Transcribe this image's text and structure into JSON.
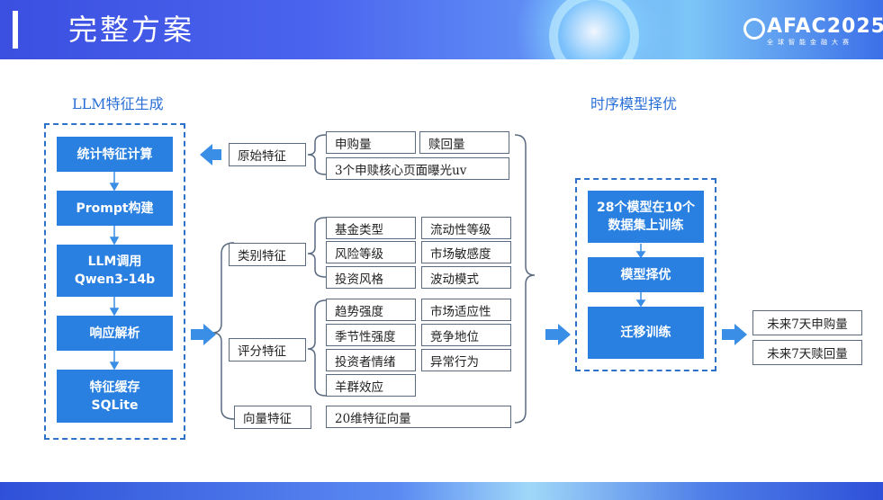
{
  "header": {
    "title": "完整方案",
    "logo_text": "AFAC2025",
    "logo_sub": "全球智能金融大赛"
  },
  "sections": {
    "left_title": "LLM特征生成",
    "right_title": "时序模型择优"
  },
  "pipeline": [
    "统计特征计算",
    "Prompt构建",
    "LLM调用\nQwen3-14b",
    "响应解析",
    "特征缓存\nSQLite"
  ],
  "features": {
    "original": {
      "label": "原始特征",
      "items": [
        "申购量",
        "赎回量",
        "3个申赎核心页面曝光uv"
      ]
    },
    "category": {
      "label": "类别特征",
      "items": [
        "基金类型",
        "流动性等级",
        "风险等级",
        "市场敏感度",
        "投资风格",
        "波动模式"
      ]
    },
    "score": {
      "label": "评分特征",
      "items": [
        "趋势强度",
        "市场适应性",
        "季节性强度",
        "竞争地位",
        "投资者情绪",
        "异常行为",
        "羊群效应"
      ]
    },
    "vector": {
      "label": "向量特征",
      "items": [
        "20维特征向量"
      ]
    }
  },
  "model": {
    "steps": [
      "28个模型在10个\n数据集上训练",
      "模型择优",
      "迁移训练"
    ]
  },
  "outputs": [
    "未来7天申购量",
    "未来7天赎回量"
  ],
  "colors": {
    "accent": "#2a80e0",
    "border": "#2d72c8",
    "arrow": "#3a8ee6"
  }
}
